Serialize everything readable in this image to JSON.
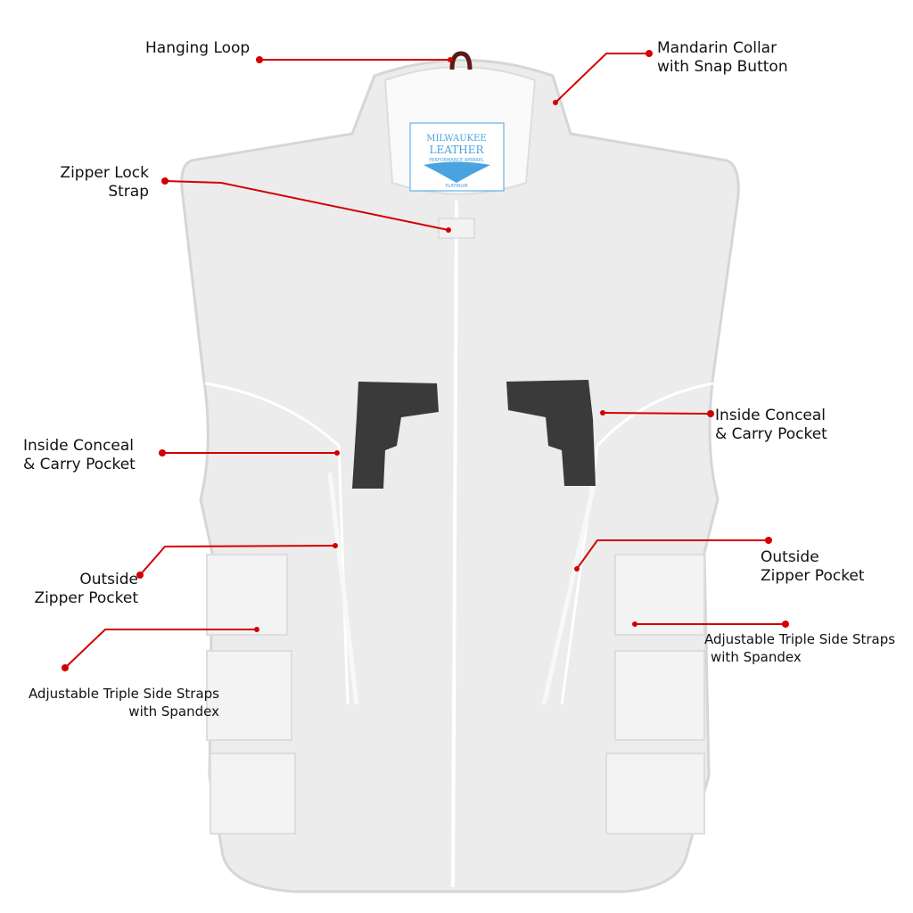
{
  "colors": {
    "leader": "#d40000",
    "vest": "#ececec",
    "vest_stroke": "#d6d6d6",
    "pistol": "#3a3a3a",
    "logo": "#4aa3e0"
  },
  "logo": {
    "line1": "MILWAUKEE",
    "line2": "LEATHER",
    "line3": "PERFORMANCE APPAREL",
    "line4": "PLATINUM"
  },
  "callouts": {
    "hanging_loop": [
      "Hanging Loop"
    ],
    "mandarin_collar": [
      "Mandarin Collar",
      "with Snap Button"
    ],
    "zipper_lock": [
      "Zipper Lock",
      "Strap"
    ],
    "inside_left": [
      "Inside Conceal",
      "& Carry Pocket"
    ],
    "inside_right": [
      "Inside Conceal",
      "& Carry Pocket"
    ],
    "outside_left": [
      "Outside",
      "Zipper Pocket"
    ],
    "outside_right": [
      "Outside",
      "Zipper Pocket"
    ],
    "straps_left": [
      "Adjustable Triple Side Straps",
      "with Spandex"
    ],
    "straps_right": [
      "Adjustable Triple Side Straps",
      "with Spandex"
    ]
  }
}
